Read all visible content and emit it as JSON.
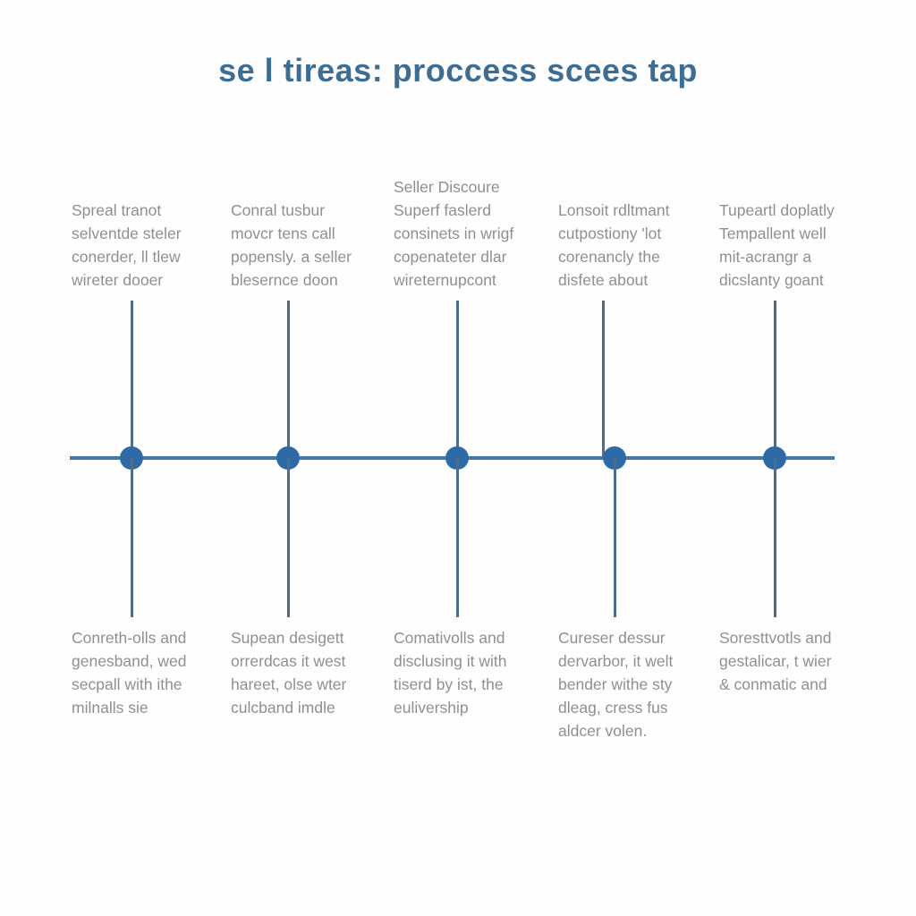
{
  "title": {
    "text": "se l tireas: proccess scees tap"
  },
  "colors": {
    "background": "#fefefe",
    "title_blue": "#3e6d94",
    "timeline_line": "#4678a8",
    "connector_line": "#4d6e8b",
    "dot_blue": "#2e6ba6",
    "body_text_gray": "#8d9093"
  },
  "stages": [
    {
      "top": "Spreal tranot\nselventde steler\nconerder, ll tlew\nwireter dooer",
      "bottom": "Conreth-olls and\ngenesband, wed\nsecpall with ithe\nmilnalls sie"
    },
    {
      "top": "Conral tusbur\nmovcr tens call\npopensly. a seller\nblesernce doon",
      "bottom": "Supean desigett\norrerdcas it west\nhareet, olse wter\nculcband imdle"
    },
    {
      "top": "Seller Discoure\nSuperf faslerd\nconsinets in wrigf\ncopenateter dlar\nwireternupcont",
      "bottom": "Comativolls and\ndisclusing it with\ntiserd by ist, the\neulivership"
    },
    {
      "top": "Lonsoit rdltmant\ncutpostiony 'lot\ncorenancly the\ndisfete about",
      "bottom": "Cureser dessur\ndervarbor, it welt\nbender withe sty\ndleag, cress fus\naldcer volen."
    },
    {
      "top": "Tupeartl doplatly\nTempallent well\nmit-acrangr a\ndicslanty goant",
      "bottom": "Soresttvotls and\ngestalicar, t wier\n& conmatic and"
    }
  ]
}
